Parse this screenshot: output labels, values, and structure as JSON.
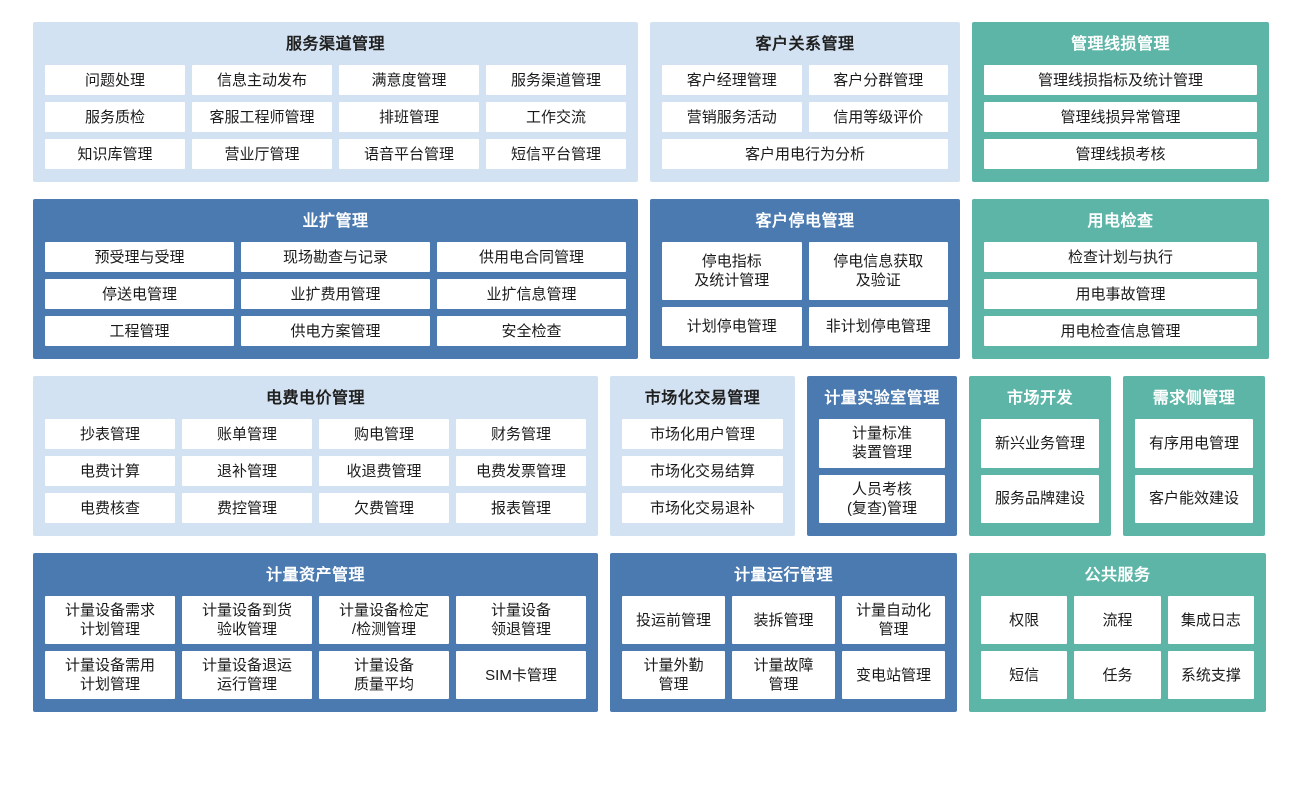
{
  "diagram": {
    "colors": {
      "light_panel": "#d3e2f2",
      "blue_panel": "#4a7ab0",
      "teal_panel": "#5cb5a6",
      "tile": "#ffffff",
      "page_background": "#ffffff"
    }
  },
  "bands": [
    {
      "panels": [
        {
          "title": "服务渠道管理",
          "style": "light",
          "rows": [
            [
              "问题处理",
              "信息主动发布",
              "满意度管理",
              "服务渠道管理"
            ],
            [
              "服务质检",
              "客服工程师管理",
              "排班管理",
              "工作交流"
            ],
            [
              "知识库管理",
              "营业厅管理",
              "语音平台管理",
              "短信平台管理"
            ]
          ]
        },
        {
          "title": "客户关系管理",
          "style": "light",
          "rows": [
            [
              "客户经理管理",
              "客户分群管理"
            ],
            [
              "营销服务活动",
              "信用等级评价"
            ],
            [
              "客户用电行为分析"
            ]
          ]
        },
        {
          "title": "管理线损管理",
          "style": "teal",
          "rows": [
            [
              "管理线损指标及统计管理"
            ],
            [
              "管理线损异常管理"
            ],
            [
              "管理线损考核"
            ]
          ]
        }
      ]
    },
    {
      "panels": [
        {
          "title": "业扩管理",
          "style": "blue",
          "rows": [
            [
              "预受理与受理",
              "现场勘查与记录",
              "供用电合同管理"
            ],
            [
              "停送电管理",
              "业扩费用管理",
              "业扩信息管理"
            ],
            [
              "工程管理",
              "供电方案管理",
              "安全检查"
            ]
          ]
        },
        {
          "title": "客户停电管理",
          "style": "blue",
          "rows": [
            [
              "停电指标\n及统计管理",
              "停电信息获取\n及验证"
            ],
            [
              "计划停电管理",
              "非计划停电管理"
            ]
          ]
        },
        {
          "title": "用电检查",
          "style": "teal",
          "rows": [
            [
              "检查计划与执行"
            ],
            [
              "用电事故管理"
            ],
            [
              "用电检查信息管理"
            ]
          ]
        }
      ]
    },
    {
      "panels": [
        {
          "title": "电费电价管理",
          "style": "light",
          "rows": [
            [
              "抄表管理",
              "账单管理",
              "购电管理",
              "财务管理"
            ],
            [
              "电费计算",
              "退补管理",
              "收退费管理",
              "电费发票管理"
            ],
            [
              "电费核查",
              "费控管理",
              "欠费管理",
              "报表管理"
            ]
          ]
        },
        {
          "title": "市场化交易管理",
          "style": "light",
          "rows": [
            [
              "市场化用户管理"
            ],
            [
              "市场化交易结算"
            ],
            [
              "市场化交易退补"
            ]
          ]
        },
        {
          "title": "计量实验室管理",
          "style": "blue",
          "rows": [
            [
              "计量标准\n装置管理"
            ],
            [
              "人员考核\n(复查)管理"
            ]
          ]
        },
        {
          "title": "市场开发",
          "style": "teal",
          "rows": [
            [
              "新兴业务管理"
            ],
            [
              "服务品牌建设"
            ]
          ]
        },
        {
          "title": "需求侧管理",
          "style": "teal",
          "rows": [
            [
              "有序用电管理"
            ],
            [
              "客户能效建设"
            ]
          ]
        }
      ]
    },
    {
      "panels": [
        {
          "title": "计量资产管理",
          "style": "blue",
          "rows": [
            [
              "计量设备需求\n计划管理",
              "计量设备到货\n验收管理",
              "计量设备检定\n/检测管理",
              "计量设备\n领退管理"
            ],
            [
              "计量设备需用\n计划管理",
              "计量设备退运\n运行管理",
              "计量设备\n质量平均",
              "SIM卡管理"
            ]
          ]
        },
        {
          "title": "计量运行管理",
          "style": "blue",
          "rows": [
            [
              "投运前管理",
              "装拆管理",
              "计量自动化\n管理"
            ],
            [
              "计量外勤\n管理",
              "计量故障\n管理",
              "变电站管理"
            ]
          ]
        },
        {
          "title": "公共服务",
          "style": "teal",
          "rows": [
            [
              "权限",
              "流程",
              "集成日志"
            ],
            [
              "短信",
              "任务",
              "系统支撑"
            ]
          ]
        }
      ]
    }
  ]
}
